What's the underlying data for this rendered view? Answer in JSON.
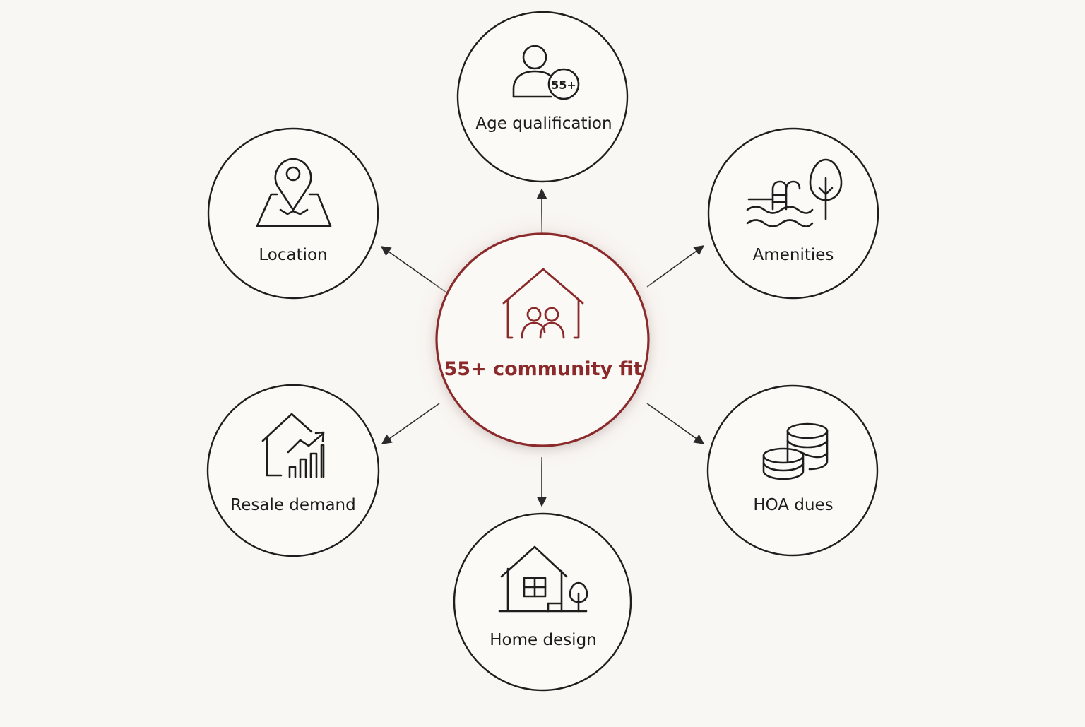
{
  "center": {
    "label": "55+ community fit",
    "icon": "house-people-icon",
    "accent_color": "#8b2a2a"
  },
  "nodes": [
    {
      "id": "age",
      "label": "Age qualification",
      "icon": "person-55-plus-icon",
      "badge_text": "55+"
    },
    {
      "id": "amenities",
      "label": "Amenities",
      "icon": "pool-tree-icon"
    },
    {
      "id": "hoa",
      "label": "HOA dues",
      "icon": "coin-stacks-icon"
    },
    {
      "id": "design",
      "label": "Home design",
      "icon": "house-window-tree-icon"
    },
    {
      "id": "resale",
      "label": "Resale demand",
      "icon": "house-growth-chart-icon"
    },
    {
      "id": "location",
      "label": "Location",
      "icon": "map-pin-icon"
    }
  ]
}
